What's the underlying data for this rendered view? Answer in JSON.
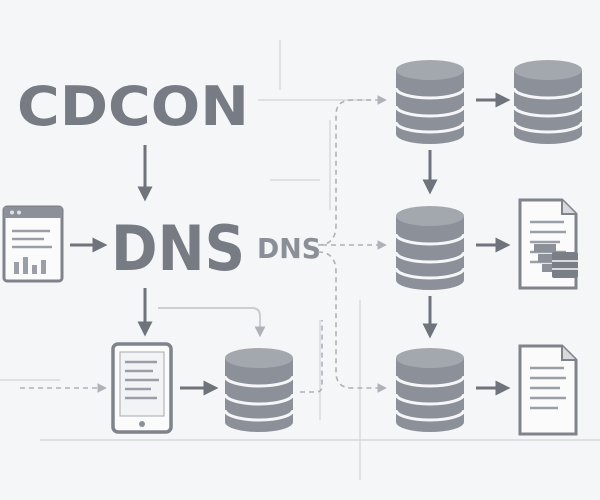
{
  "labels": {
    "title": "CDCON",
    "dns_main": "DNS",
    "dns_small": "DNS"
  },
  "colors": {
    "background": "#f5f6f8",
    "text": "#777b84",
    "db_body": "#8c9099",
    "db_dark": "#7a7e87",
    "arrow": "#6f737b",
    "dashed": "#aeb1b8"
  },
  "icons": {
    "browser": "browser-window-icon",
    "tablet": "tablet-document-icon",
    "database": "database-icon",
    "document": "document-icon",
    "spreadsheet_document": "spreadsheet-document-icon"
  }
}
